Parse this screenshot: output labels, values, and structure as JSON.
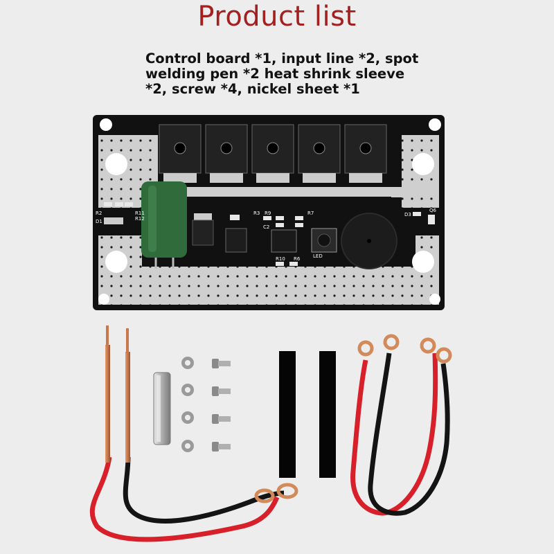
{
  "page": {
    "title": "Product list",
    "description_lines": [
      "Control board *1, input line *2, spot",
      "welding pen *2 heat shrink sleeve",
      "*2, screw *4, nickel sheet *1"
    ]
  },
  "pcb_labels": [
    "R2",
    "R11",
    "R12",
    "D1",
    "R3",
    "R9",
    "R7",
    "C2",
    "LED",
    "R10",
    "R6",
    "D3",
    "Q6"
  ],
  "colors": {
    "title": "#a32020",
    "background": "#ededed",
    "pcb": "#111111",
    "copper": "#c9774b",
    "cable_red": "#d8202a",
    "cable_black": "#141414"
  },
  "items": [
    "control-board",
    "spot-welding-pens",
    "nickel-sheet",
    "washers",
    "screws",
    "heat-shrink-sleeves",
    "input-cables"
  ]
}
